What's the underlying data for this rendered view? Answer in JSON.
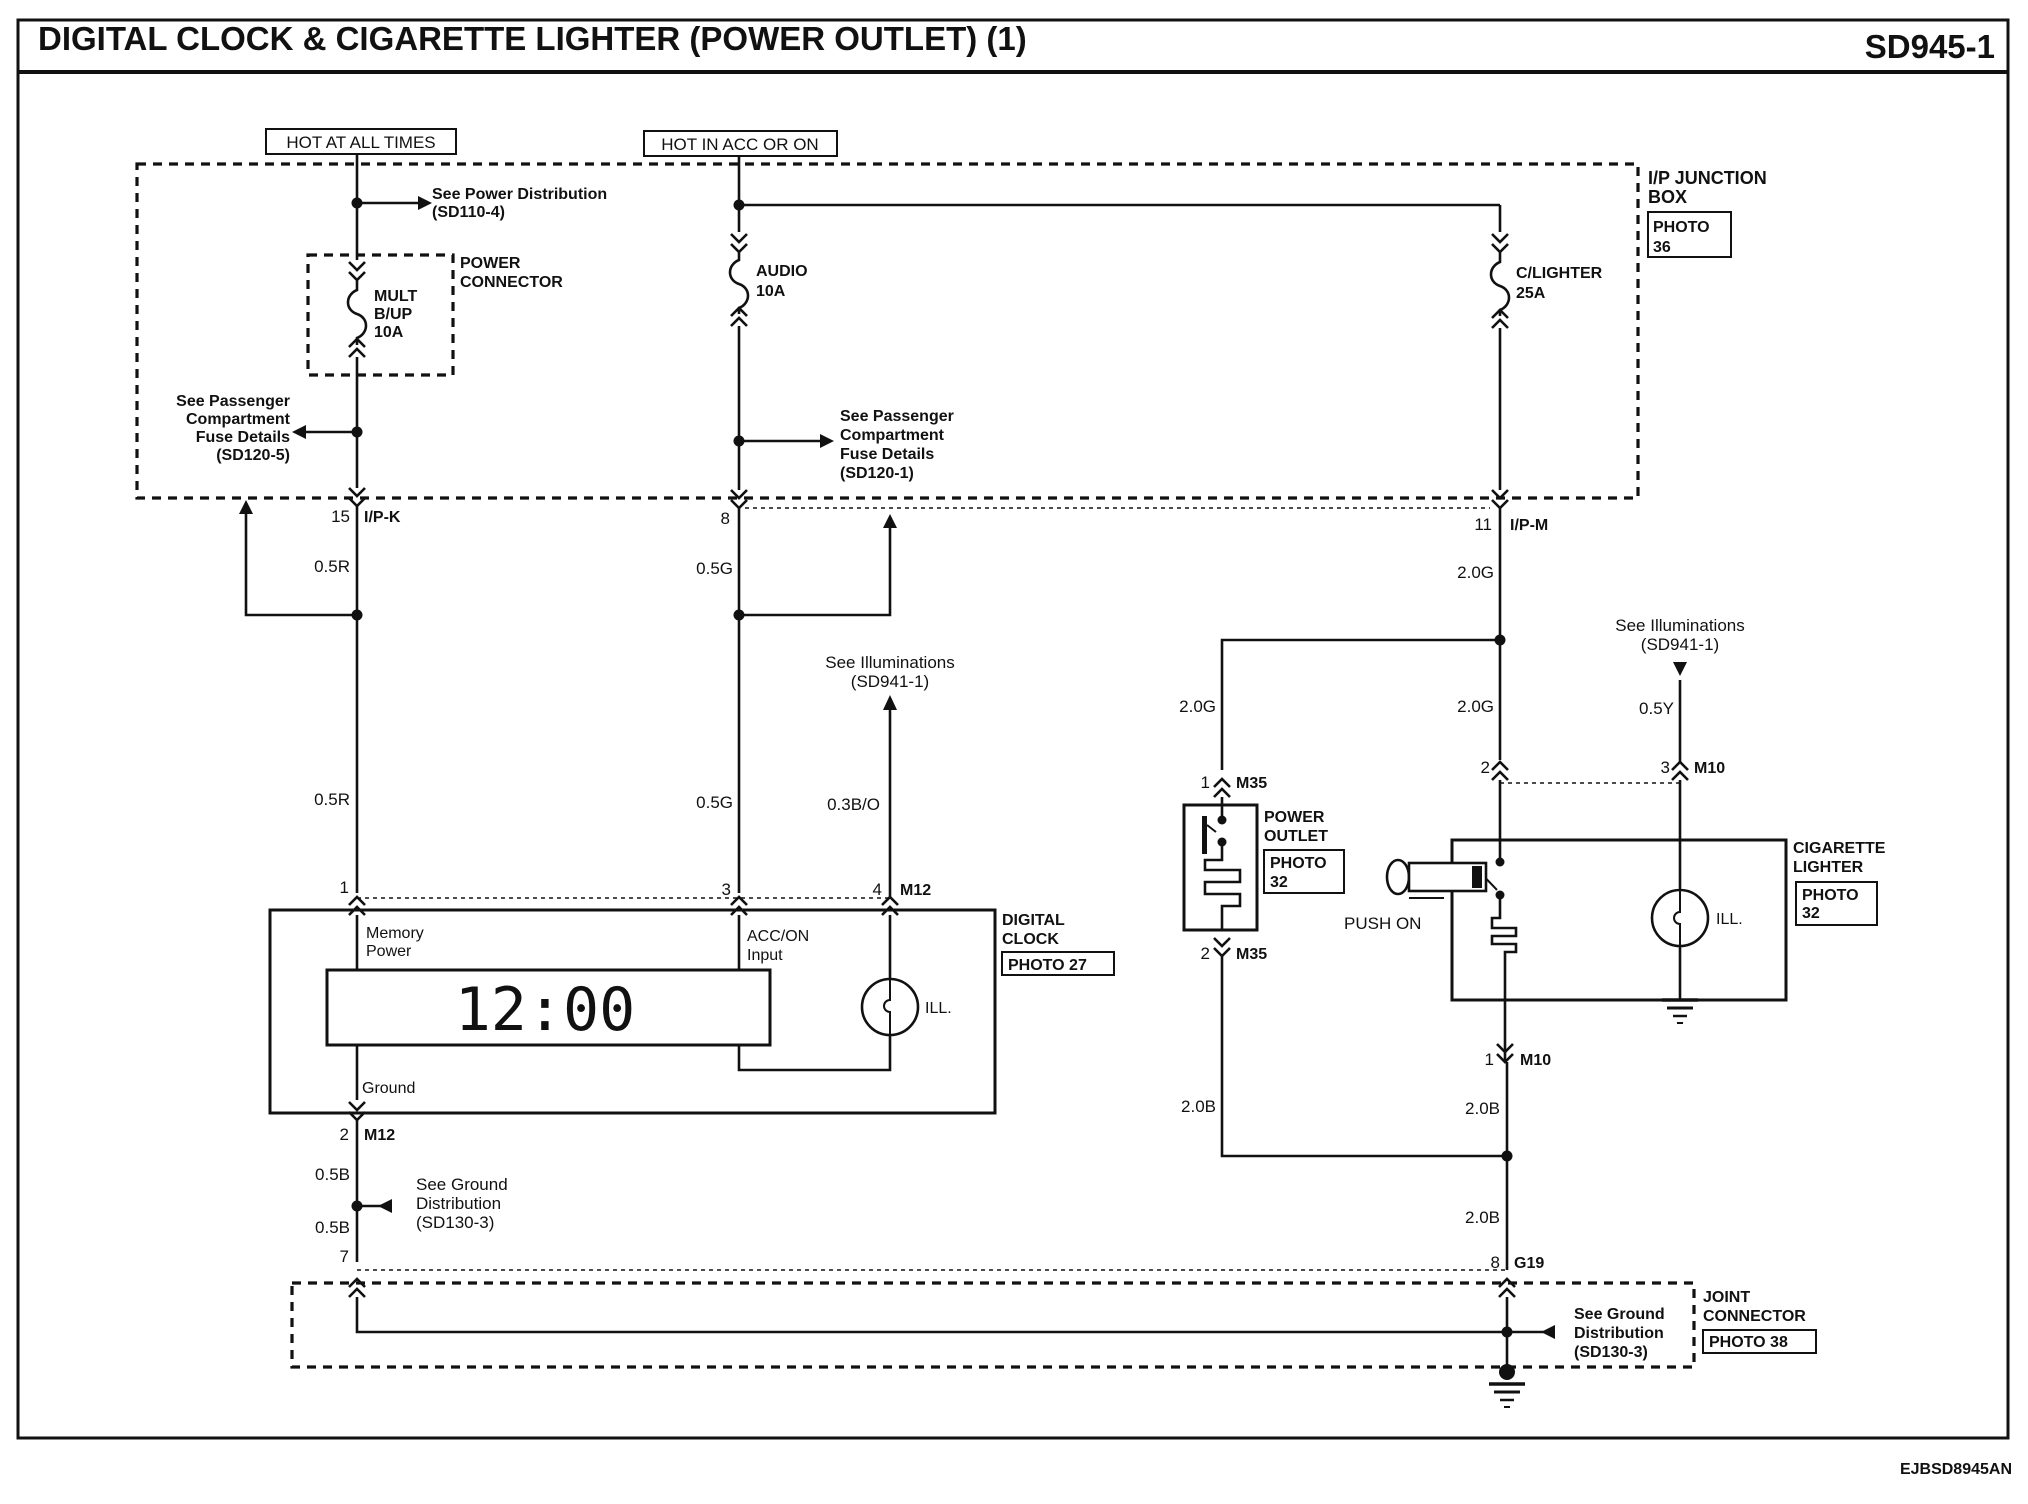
{
  "header": {
    "title": "DIGITAL CLOCK & CIGARETTE LIGHTER (POWER OUTLET) (1)",
    "page_code": "SD945-1"
  },
  "power_sources": {
    "hot_at_all_times": "HOT AT ALL TIMES",
    "hot_in_acc_or_on": "HOT IN ACC OR ON"
  },
  "junction_box": {
    "label_line1": "I/P JUNCTION",
    "label_line2": "BOX",
    "photo_line1": "PHOTO",
    "photo_line2": "36"
  },
  "power_connector": {
    "label_line1": "POWER",
    "label_line2": "CONNECTOR"
  },
  "fuses": {
    "mult_line1": "MULT",
    "mult_line2": "B/UP",
    "mult_line3": "10A",
    "audio_line1": "AUDIO",
    "audio_line2": "10A",
    "clighter_line1": "C/LIGHTER",
    "clighter_line2": "25A"
  },
  "references": {
    "power_dist_line1": "See Power Distribution",
    "power_dist_line2": "(SD110-4)",
    "pass_left_line1": "See Passenger",
    "pass_left_line2": "Compartment",
    "pass_left_line3": "Fuse Details",
    "pass_left_line4": "(SD120-5)",
    "pass_right_line1": "See Passenger",
    "pass_right_line2": "Compartment",
    "pass_right_line3": "Fuse Details",
    "pass_right_line4": "(SD120-1)",
    "illum_left_line1": "See Illuminations",
    "illum_left_line2": "(SD941-1)",
    "illum_right_line1": "See Illuminations",
    "illum_right_line2": "(SD941-1)",
    "ground_left_line1": "See Ground",
    "ground_left_line2": "Distribution",
    "ground_left_line3": "(SD130-3)",
    "ground_right_line1": "See Ground",
    "ground_right_line2": "Distribution",
    "ground_right_line3": "(SD130-3)"
  },
  "connectors": {
    "ipk": "I/P-K",
    "ipm": "I/P-M",
    "m12": "M12",
    "m35": "M35",
    "m10": "M10",
    "g19": "G19"
  },
  "pins": {
    "p15": "15",
    "p8": "8",
    "p11": "11",
    "p1": "1",
    "p2": "2",
    "p3": "3",
    "p4": "4",
    "p7": "7"
  },
  "wires": {
    "w05r": "0.5R",
    "w05g": "0.5G",
    "w20g": "2.0G",
    "w03bo": "0.3B/O",
    "w05y": "0.5Y",
    "w20b": "2.0B",
    "w05b": "0.5B"
  },
  "digital_clock": {
    "label_line1": "DIGITAL",
    "label_line2": "CLOCK",
    "photo": "PHOTO 27",
    "memory_line1": "Memory",
    "memory_line2": "Power",
    "acc_line1": "ACC/ON",
    "acc_line2": "Input",
    "ground": "Ground",
    "display": "12:00",
    "ill": "ILL."
  },
  "power_outlet": {
    "label_line1": "POWER",
    "label_line2": "OUTLET",
    "photo_line1": "PHOTO",
    "photo_line2": "32"
  },
  "cigarette_lighter": {
    "label_line1": "CIGARETTE",
    "label_line2": "LIGHTER",
    "photo_line1": "PHOTO",
    "photo_line2": "32",
    "push_on": "PUSH  ON",
    "ill": "ILL."
  },
  "joint_connector": {
    "label_line1": "JOINT",
    "label_line2": "CONNECTOR",
    "photo": "PHOTO 38"
  },
  "footer": {
    "code": "EJBSD8945AN"
  }
}
